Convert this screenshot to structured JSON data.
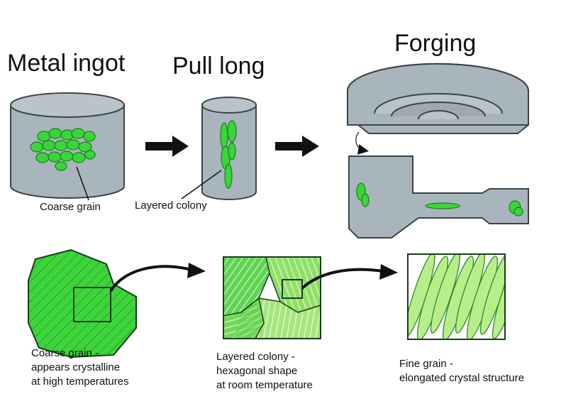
{
  "titles": {
    "metal_ingot": "Metal ingot",
    "pull_long": "Pull long",
    "forging": "Forging"
  },
  "labels": {
    "coarse_grain": "Coarse grain",
    "layered_colony": "Layered colony"
  },
  "captions": {
    "coarse": {
      "line1": "Coarse grain -",
      "line2": "appears crystalline",
      "line3": "at high temperatures"
    },
    "layered": {
      "line1": "Layered colony -",
      "line2": "hexagonal shape",
      "line3": "at room temperature"
    },
    "fine": {
      "line1": "Fine grain -",
      "line2": "elongated crystal structure"
    }
  },
  "colors": {
    "metal_gray": "#a9b5bc",
    "metal_dark": "#6f7b82",
    "outline": "#3b4549",
    "grain_green": "#39d63a",
    "grain_dark": "#1f7a20",
    "light_green": "#b8ee8a",
    "arrow": "#111111"
  }
}
